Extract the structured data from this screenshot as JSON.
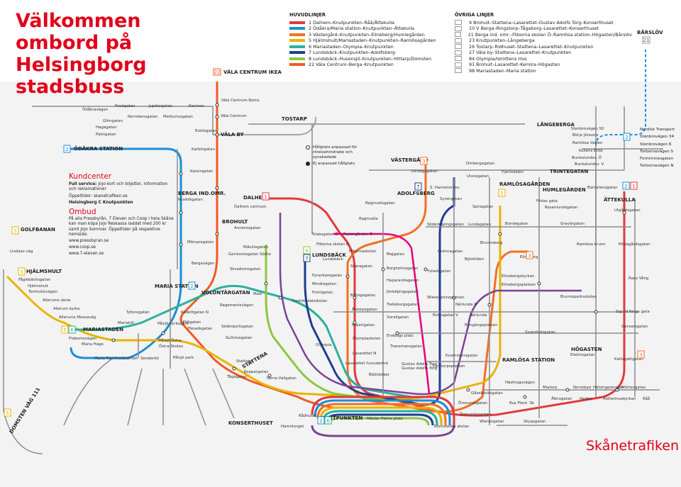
{
  "title": "Välkommen ombord på Helsingborg stadsbuss",
  "huvudlinjer": {
    "heading": "HUVUDLINJER",
    "lines": [
      {
        "num": "1",
        "color": "#e03a3e",
        "text": "1 Dalhem–Knutpunkten–Råå/Ättekulla"
      },
      {
        "num": "2",
        "color": "#1a8fd6",
        "text": "2 Ödåkra/Maria station–Knutpunkten–Ättekulla"
      },
      {
        "num": "3",
        "color": "#f37021",
        "text": "3 Västergård–Knutpunkten–Elineberg/Humlegården"
      },
      {
        "num": "5",
        "color": "#e9b300",
        "text": "5 Hjälmshult/Mariastaden–Knutpunkten–Ramlösagården"
      },
      {
        "num": "6",
        "color": "#2bb0a0",
        "text": "6 Mariastaden–Olympia–Knutpunkten"
      },
      {
        "num": "7",
        "color": "#1f3e8f",
        "text": "7 Lundsbäck–Knutpunkten–Adolfsberg"
      },
      {
        "num": "8",
        "color": "#8cc63f",
        "text": "8 Lundsbäck–Husensjö–Knutpunkten–Hittarp/Domsten"
      },
      {
        "num": "22",
        "color": "#f15a24",
        "text": "22 Väla Centrum–Berga–Knutpunkten"
      }
    ]
  },
  "ovriga": {
    "heading": "ÖVRIGA LINJER",
    "lines": [
      "9 Brohult–Stattena–Lasarettet–Gustav Adolfs Torg–Konserthuset",
      "10 V Berga–Ringstorp–Tågaborg–Lasarettet–Konserthuset",
      "21 Berga ind. omr.–Filborna skolan Ö–Ramlösa station–Högasten/Bårslöv",
      "23 Knutpunkten–Långeberga",
      "26 Tostarp–Ridhuset–Stattena–Lasarettet–Knutpunkten",
      "27 Väla by–Stattena–Lasarettet–Knutpunkten",
      "84 Olympia/Idrottens Hus",
      "91 Brohult–Lasarettet–Kemira–Högasten",
      "98 Mariastaden–Maria station"
    ]
  },
  "kundcenter": {
    "heading": "Kundcenter",
    "service_label": "Full service:",
    "service_text": "Jojo-kort och biljetter, Information och reklamationer",
    "hours": "Öppettider: skanetrafiken.se",
    "location": "Helsingborg C Knutpunkten",
    "ombud_heading": "Ombud",
    "ombud_text": "På alla Pressbyrån, 7 Eleven och Coop i hela Skåne kan man köpa Jojo Reskassa laddat med 200 kr samt Jojo Sommar. Öppettider på respektive hemsida:",
    "sites": [
      "www.pressbyran.se",
      "www.coop.se",
      "www.7-eleven.se"
    ]
  },
  "map_legend": {
    "item1": "Hållplats anpassad för rörelsehindrade och synskadade",
    "item2": "Ej anpassad hållplats"
  },
  "right_legend": {
    "items": [
      "Nordisk Transport",
      "Stenbrovägen 34",
      "Stenbrovägen 6",
      "Torbornavägen S",
      "Formminesgatan",
      "Torbornavägen N"
    ]
  },
  "district_labels": [
    "GOLFBANAN",
    "HJÄLMSHULT",
    "MARIASTADEN",
    "ÖDÅKRA STATION",
    "MARIA STATION",
    "DOMSTEN VÄG 111",
    "BERGA IND.OMR.",
    "VÄLA CENTRUM IKEA",
    "VÄLA BY",
    "BROHULT",
    "DALHEM",
    "TOSTARP",
    "VÄSTERGÅRD",
    "ADOLFSBERG",
    "LUNDSBÄCK",
    "VOLONTÄRGATAN",
    "STATTENA",
    "KONSERTHUSET",
    "KNUTPUNKTEN",
    "LÅNGEBERGA",
    "TRINTEGATAN",
    "RAMLÖSAGÅRDEN",
    "HUMLEGÅRDEN",
    "ÄTTEKULLA",
    "RAMLÖSA STATION",
    "HÖGASTEN",
    "BÅRSLÖV"
  ],
  "street_labels": [
    "Frostgatan",
    "Jupitergatan",
    "Ravinen",
    "Väla Centrum Norra",
    "Ödåkravägen",
    "Norrskensgatan",
    "Merkuriusgatan",
    "Väla Centrum",
    "Glimgatan",
    "Hagagatan",
    "Eskilsgatan",
    "Palmgatan",
    "Karbingatan",
    "Kanongatan",
    "Muskötgatan",
    "Dalhem centrum",
    "Annerosgatan",
    "Mörsaregatan",
    "Rökullagatan",
    "Garnisonsgatan Södra",
    "Bergavägen",
    "Skvadronsgatan",
    "Maxi",
    "Regementsvägen",
    "Kadettgatan N",
    "Fänadsgatan",
    "Söderportsgatan",
    "Gullvivegatan",
    "Filborna skolan Ö",
    "Lundsbäck",
    "Stabsgatan Ö",
    "Fynerkaregatan",
    "Mindregatan",
    "Frontgatan",
    "Fredriksdalsskolan",
    "Olympia",
    "Åstorpsgatan",
    "Mejerigatan",
    "Olympiaskolan",
    "Lasarettet N",
    "Lasarettet huvudentré",
    "Biblioteket",
    "Gustav Adolfs Torg",
    "Rådhuset",
    "Hamntorget",
    "Mäster Palms plats",
    "Norra Vallgatan",
    "Tågagatan",
    "Stattena",
    "Koppargatan",
    "Östra Skolan",
    "Tornhultsvägen",
    "Allerums skola",
    "Allerum kyrka",
    "Allerums Mossaväg",
    "Flobemsvägen",
    "Maria Hage",
    "Maria Park",
    "Krydslandet",
    "Senderöd",
    "Fältgatan",
    "Mariahill",
    "Tyfonsgatan",
    "Pålsjö kyrkogård",
    "Pålsjö Östra",
    "Pålsjö park",
    "Lindaas väg",
    "Fåglebäcksgatan",
    "Hjälmshult",
    "Regnvallsgatan",
    "Ragnvalla",
    "Rosengården Ö",
    "Filbornaskolan",
    "Majgatan",
    "Skaragatan",
    "Borgholmsgatan",
    "Haparandagatan",
    "Billingegatan",
    "Jönköpingsgatan",
    "Trelleborgsgatan",
    "Xoraligatan",
    "Enebogs plats",
    "Tranemansgatan",
    "Ystadsgatan",
    "Wieselgrensplatsen",
    "Söderköpingsgatan",
    "Grännagatan",
    "Lundagatan",
    "Brunnsberg",
    "Björkliden",
    "Elineberg",
    "Elinebergskyrkan",
    "Elinebergsplatsen",
    "Närlunda N",
    "Närlunda",
    "Ringsgatan V",
    "Rångängsplatsen",
    "Svanshalsgatan",
    "Kvarnstensgatan",
    "Furutorpsplatsen",
    "Gustav Adolfs Torg",
    "Gåsebäcksgatan",
    "Hästhagsvägen",
    "Öresundsgatan",
    "Rus Plant. Sk",
    "Öresundsparken",
    "Rönnowska skolan",
    "Wienergatan",
    "Skyqsgatan",
    "Fridas gata",
    "Rosenlundsgatan",
    "Bondegatan",
    "Gravörgatan",
    "Ramlösa brunn",
    "Mikiagårdsgatan",
    "Utgårdsgatan",
    "Barnstensgatan",
    "Brunnsparksskolan",
    "Sigurd Rings gata",
    "Garvaregatan",
    "Kattegattgatan",
    "Mörtengatan",
    "Elektrogatan",
    "Miatorp",
    "Norrebad",
    "Hälsingestorget",
    "Ålbrogatan",
    "Heden",
    "Åldhelmsakyrkan",
    "Råå",
    "Raus Vång",
    "Börje Jönsons",
    "Ramlösa Vatten",
    "Kullens Bröd",
    "Bunkalundsv. Ö",
    "Bunkalundsv. V",
    "Stenbrovägen 50",
    "Lördagsgatan",
    "Ulunagatan",
    "Fjärilsdalen",
    "Ombergsgatan",
    "Spiragatan",
    "Syrengatan",
    "S. Hannetorpsv."
  ],
  "brand": "Skånetrafiken"
}
